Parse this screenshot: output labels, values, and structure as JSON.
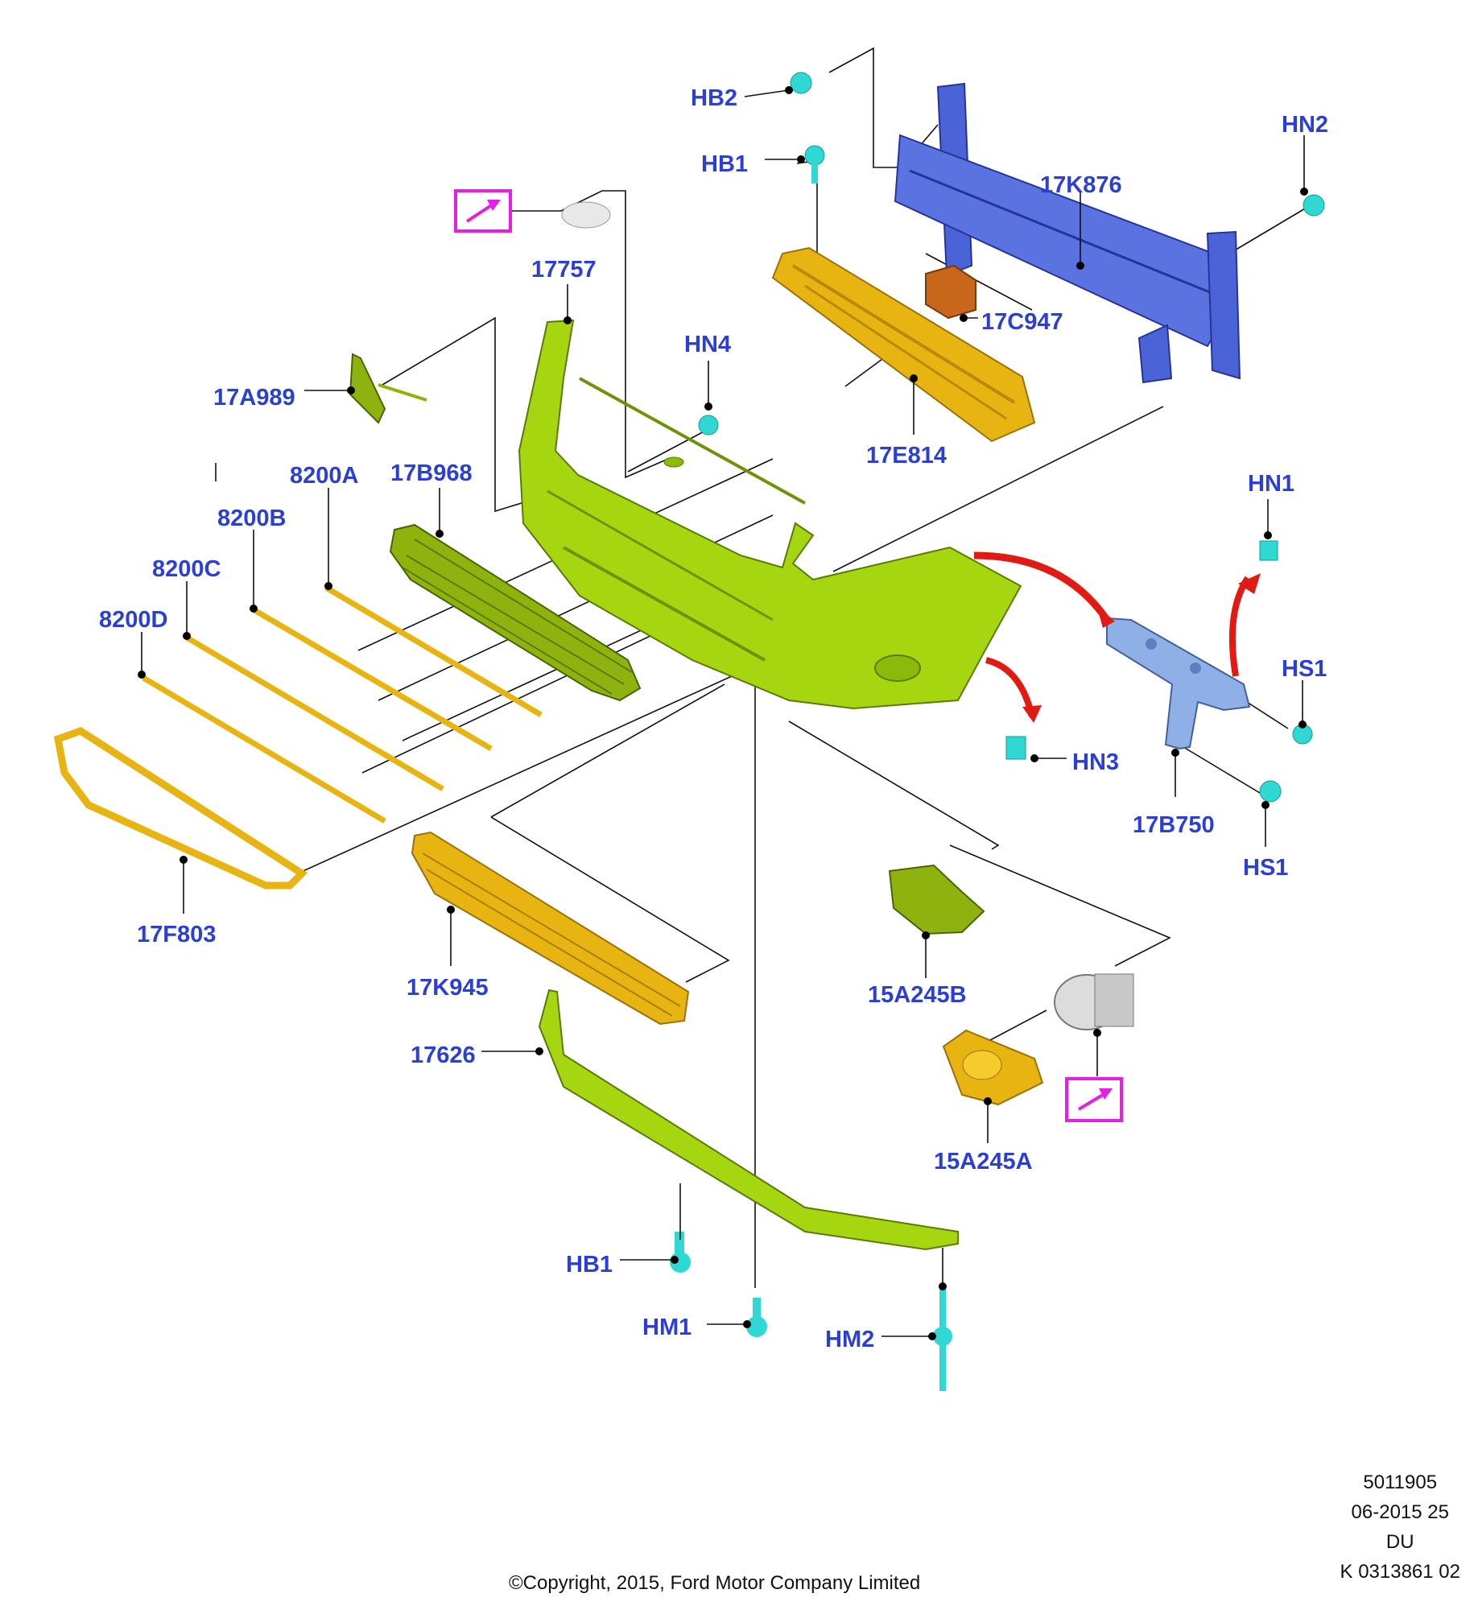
{
  "diagram": {
    "part_labels": {
      "HB2": "HB2",
      "HB1_top": "HB1",
      "HN2": "HN2",
      "17K876": "17K876",
      "17757": "17757",
      "17C947": "17C947",
      "HN4": "HN4",
      "17E814": "17E814",
      "17A989": "17A989",
      "8200A": "8200A",
      "17B968": "17B968",
      "8200B": "8200B",
      "8200C": "8200C",
      "8200D": "8200D",
      "HN1": "HN1",
      "HS1_upper": "HS1",
      "HN3": "HN3",
      "17B750": "17B750",
      "HS1_lower": "HS1",
      "17F803": "17F803",
      "17K945": "17K945",
      "15A245B": "15A245B",
      "17626": "17626",
      "15A245A": "15A245A",
      "HB1_bottom": "HB1",
      "HM1": "HM1",
      "HM2": "HM2"
    },
    "reference_icons": [
      "reference-arrow-icon",
      "reference-arrow-icon"
    ],
    "colors": {
      "label": "#2b3fd6",
      "bumper_green": "#a6d610",
      "trim_orange": "#e8b412",
      "beam_blue": "#4a63d6",
      "bracket_blue": "#8fb0e6",
      "fastener_cyan": "#2fd8d2",
      "reference_magenta": "#e61ee6",
      "arrow_red": "#e21a14"
    }
  },
  "footer": {
    "code_1": "5011905",
    "code_2": "06-2015 25",
    "code_3": "DU",
    "code_4": "K 0313861 02",
    "copyright": "©Copyright, 2015, Ford Motor Company Limited"
  }
}
